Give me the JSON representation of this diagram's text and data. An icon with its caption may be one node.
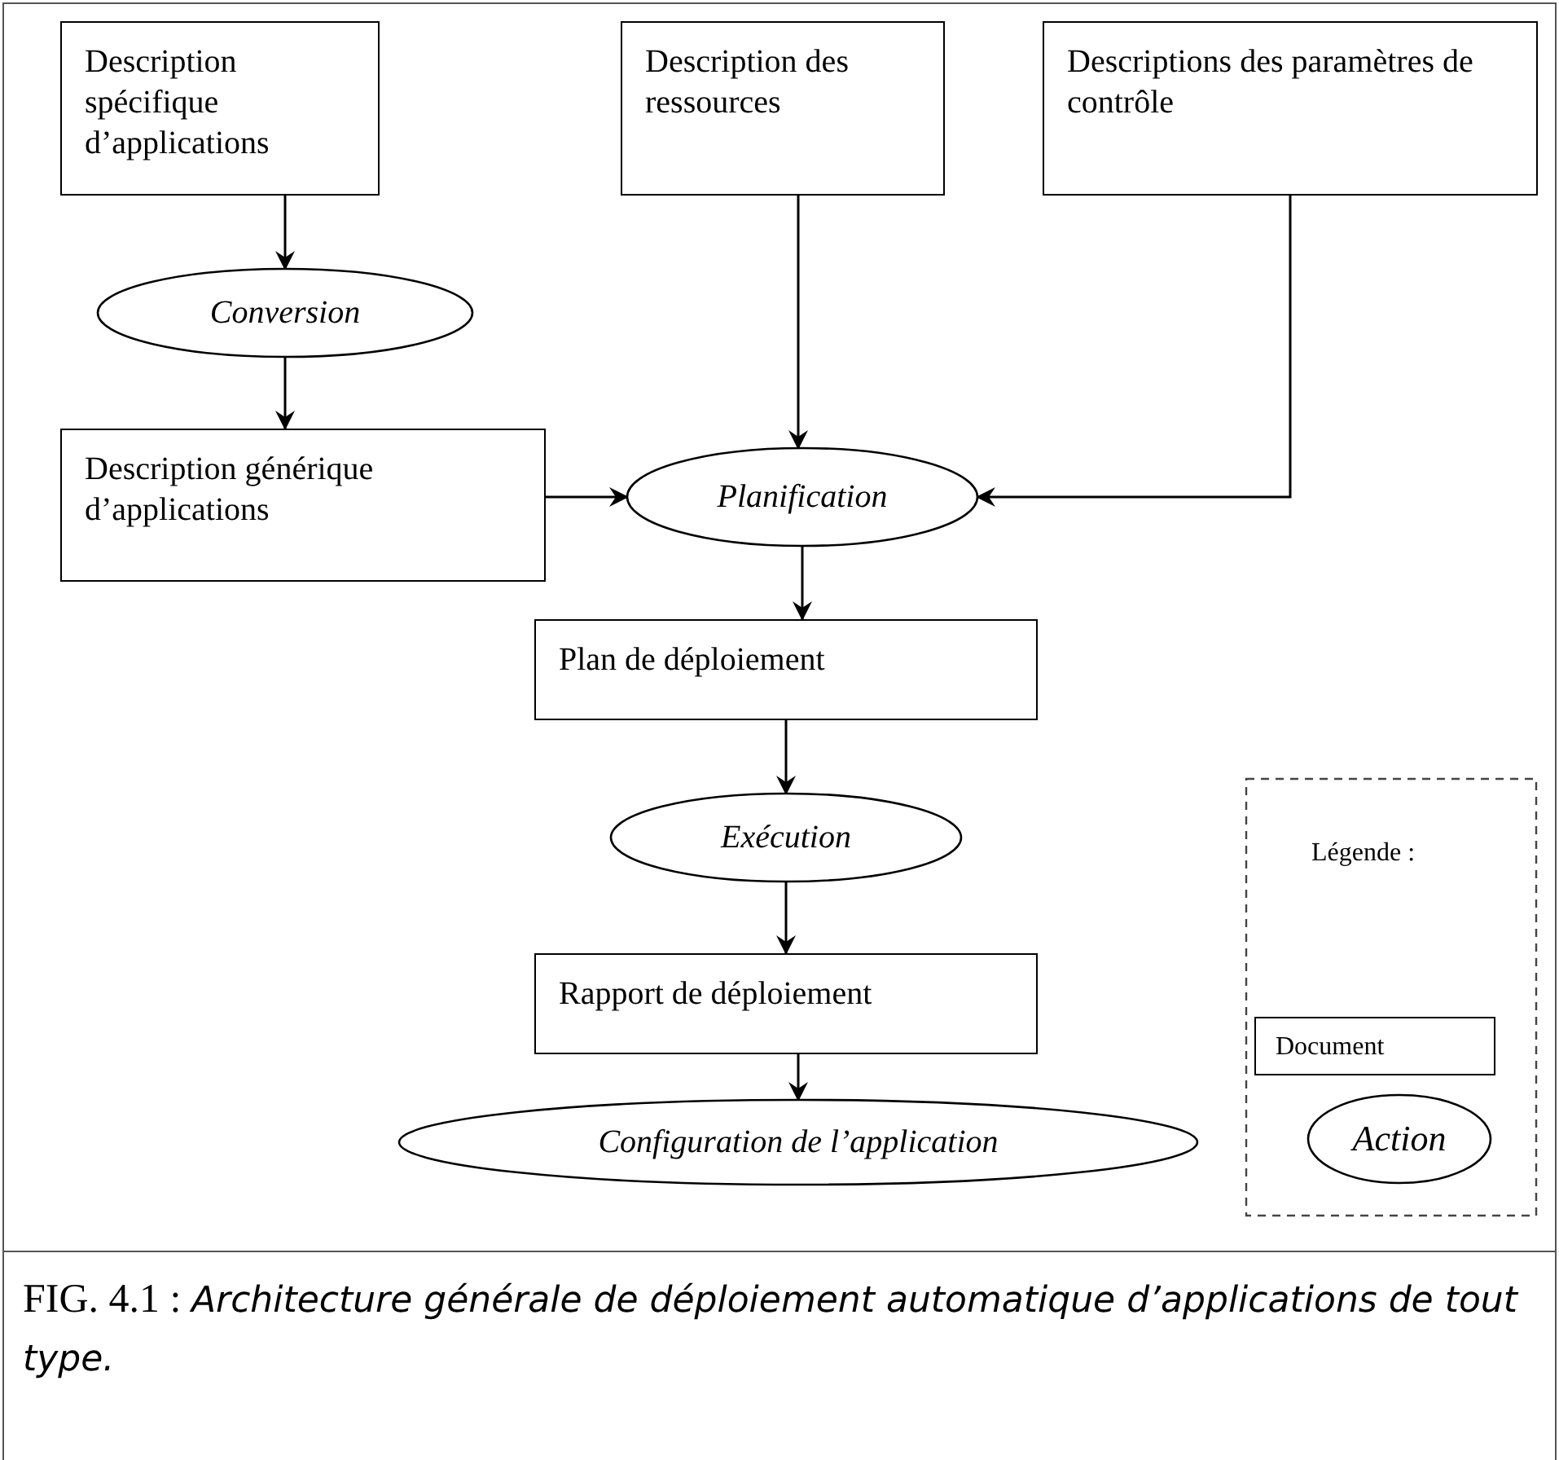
{
  "diagram": {
    "caption": "FIG. 4.1 : *Architecture générale de déploiement automatique d’applications de tout type.*",
    "nodes": [
      {
        "text": [
          "Description spécifique d’applications"
        ]
      },
      {
        "text": [
          "Description des ressources"
        ]
      },
      {
        "text": [
          "Descriptions des paramètres de contrôle"
        ]
      },
      {
        "text": [
          "Conversion"
        ]
      },
      {
        "text": [
          "Description générique d’applications"
        ]
      },
      {
        "text": [
          "Planification"
        ]
      },
      {
        "text": [
          "Plan de déploiement"
        ]
      },
      {
        "text": [
          "Exécution"
        ]
      },
      {
        "text": [
          "Rapport de déploiement"
        ]
      },
      {
        "text": [
          "Configuration de l’application"
        ]
      }
    ],
    "edges": [
      {
        "from": 0,
        "to": 3,
        "arrow": "to"
      },
      {
        "from": 3,
        "to": 4,
        "arrow": "to"
      },
      {
        "from": 1,
        "to": 5,
        "arrow": "to"
      },
      {
        "from": 4,
        "to": 5,
        "arrow": "to"
      },
      {
        "from": 2,
        "to": 5,
        "arrow": "to"
      },
      {
        "from": 5,
        "to": 6,
        "arrow": "to"
      },
      {
        "from": 6,
        "to": 7,
        "arrow": "to"
      },
      {
        "from": 7,
        "to": 8,
        "arrow": "to"
      },
      {
        "from": 8,
        "to": 9,
        "arrow": "to"
      }
    ],
    "labels": [
      "Légende :"
    ],
    "legend": [
      {
        "text": "Document"
      },
      {
        "text": "Action"
      }
    ]
  }
}
